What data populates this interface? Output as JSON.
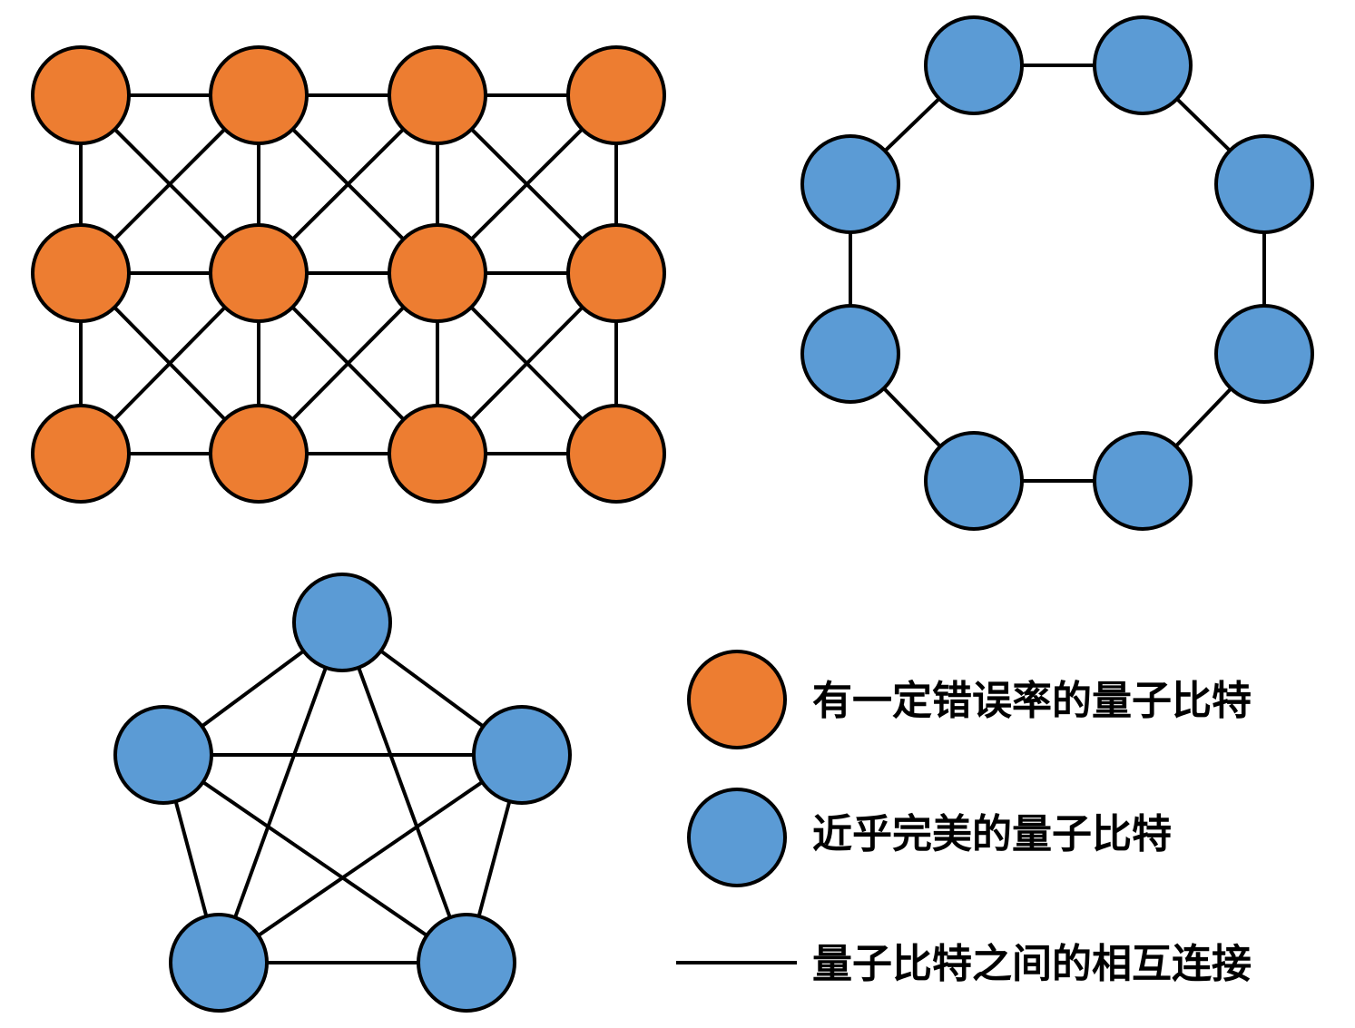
{
  "colors": {
    "error_qubit": "#ED7D31",
    "perfect_qubit": "#5B9BD5",
    "edge": "#000000",
    "background": "#FFFFFF"
  },
  "diagrams": [
    {
      "id": "grid",
      "node_type": "error_qubit",
      "rows": 3,
      "cols": 4,
      "topology": "grid with diagonal cross connections"
    },
    {
      "id": "ring",
      "node_type": "perfect_qubit",
      "count": 8,
      "topology": "octagonal ring"
    },
    {
      "id": "complete",
      "node_type": "perfect_qubit",
      "count": 5,
      "topology": "fully connected pentagon"
    }
  ],
  "legend": {
    "items": [
      {
        "kind": "error_qubit",
        "label": "有一定错误率的量子比特"
      },
      {
        "kind": "perfect_qubit",
        "label": "近乎完美的量子比特"
      },
      {
        "kind": "edge",
        "label": "量子比特之间的相互连接"
      }
    ]
  }
}
